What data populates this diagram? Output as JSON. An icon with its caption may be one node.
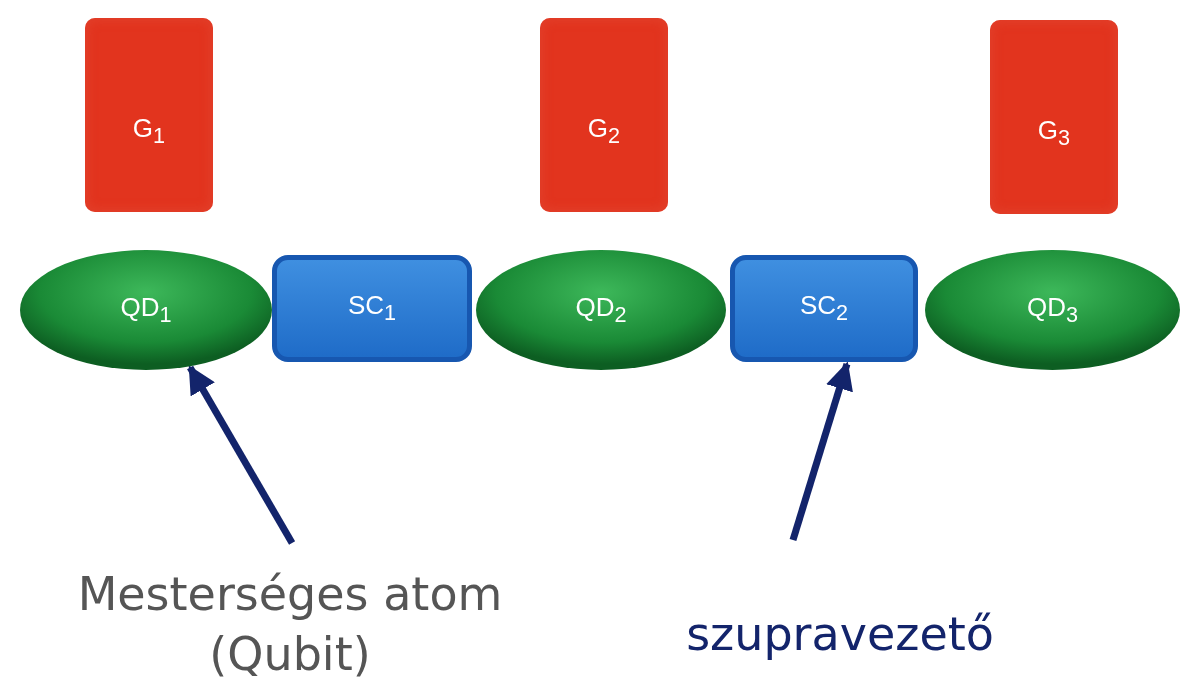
{
  "diagram": {
    "nodes": [
      {
        "text": [
          "G$_{1}$"
        ]
      },
      {
        "text": [
          "G$_{2}$"
        ]
      },
      {
        "text": [
          "G$_{3}$"
        ]
      },
      {
        "text": [
          "QD$_{1}$"
        ]
      },
      {
        "text": [
          "SC$_{1}$"
        ]
      },
      {
        "text": [
          "QD$_{2}$"
        ]
      },
      {
        "text": [
          "SC$_{2}$"
        ]
      },
      {
        "text": [
          "QD$_{3}$"
        ]
      },
      {
        "text": [
          "Mesterséges atom (Qubit)"
        ]
      },
      {
        "text": [
          "szupravezető"
        ]
      }
    ],
    "edges": [
      {
        "from": 8,
        "to": 3,
        "arrow": "to"
      },
      {
        "from": 9,
        "to": 6,
        "arrow": "to"
      }
    ]
  }
}
